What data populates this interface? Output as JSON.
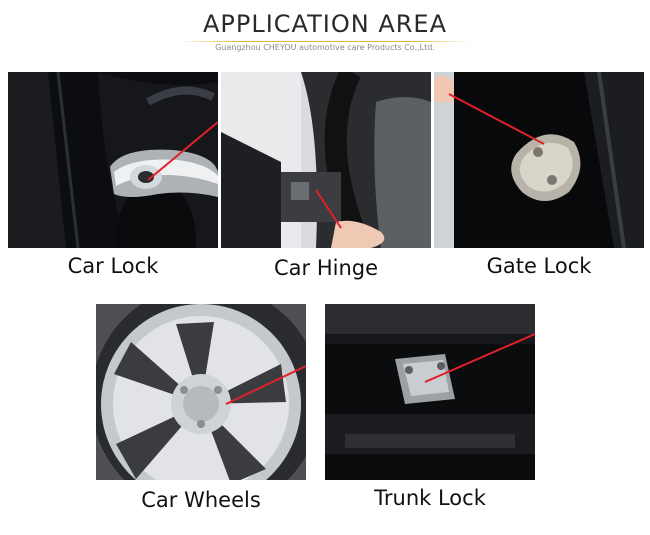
{
  "header": {
    "title": "APPLICATION AREA",
    "subtitle": "Guangzhou CHEYOU automotive care Products Co.,Ltd."
  },
  "items": [
    {
      "caption": "Car Lock"
    },
    {
      "caption": "Car Hinge"
    },
    {
      "caption": "Gate Lock"
    },
    {
      "caption": "Car Wheels"
    },
    {
      "caption": "Trunk Lock"
    }
  ],
  "colors": {
    "accent_line": "#e0ba3c",
    "straw": "#e0212a"
  }
}
